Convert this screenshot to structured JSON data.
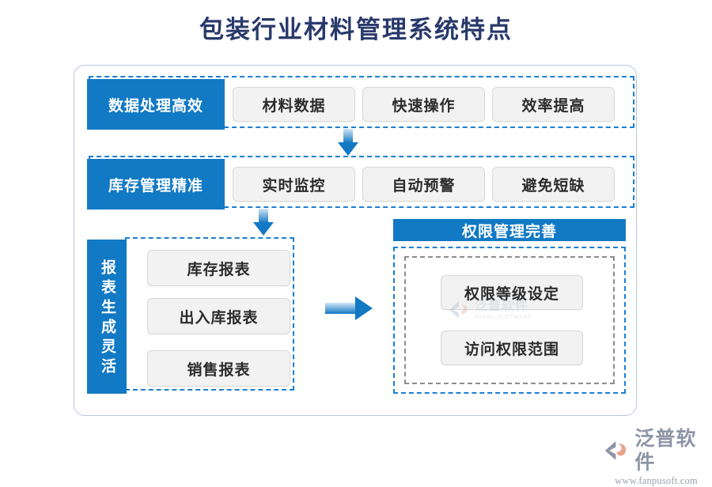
{
  "page": {
    "title": "包装行业材料管理系统特点",
    "title_color": "#28396b",
    "accent_blue": "#1279c4",
    "dashed_blue": "#1a7fd4",
    "dashed_gray": "#8d8d8d",
    "box_gray": "#f2f2f2",
    "frame_border": "#b9c4e0"
  },
  "rows": [
    {
      "label": "数据处理高效",
      "items": [
        "材料数据",
        "快速操作",
        "效率提高"
      ]
    },
    {
      "label": "库存管理精准",
      "items": [
        "实时监控",
        "自动预警",
        "避免短缺"
      ]
    }
  ],
  "reports": {
    "label": "报表生成灵活",
    "items": [
      "库存报表",
      "出入库报表",
      "销售报表"
    ]
  },
  "permissions": {
    "header": "权限管理完善",
    "items": [
      "权限等级设定",
      "访问权限范围"
    ]
  },
  "arrows": {
    "down_1": "arrow-down-icon",
    "down_2": "arrow-down-icon",
    "right_1": "arrow-right-icon"
  },
  "watermark": {
    "cn": "泛普软件",
    "en": "FANPU SOFTWARE"
  },
  "logo": {
    "cn": "泛普软件",
    "url": "www.fanpusoft.com"
  }
}
